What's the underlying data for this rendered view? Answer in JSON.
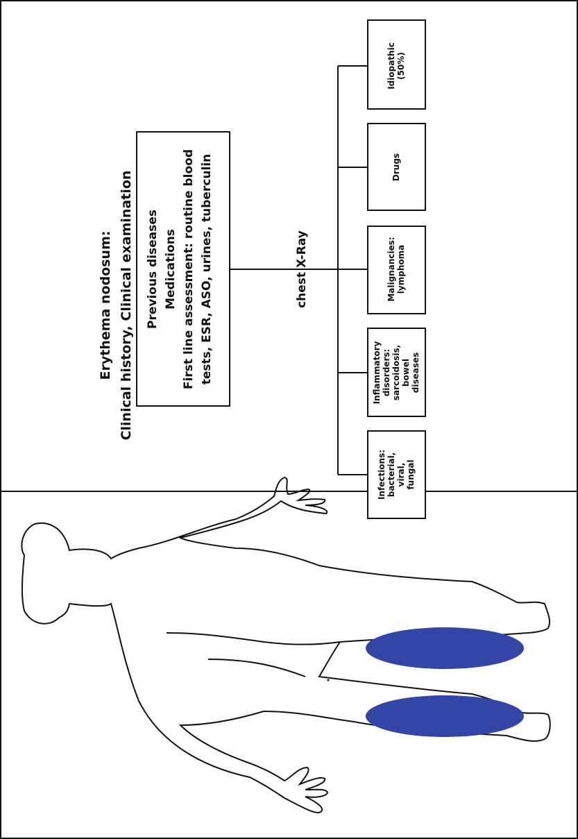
{
  "title": {
    "line1": "Erythema nodosum:",
    "line2": "Clinical history, Clinical examination"
  },
  "assessment_box": {
    "line1": "Previous diseases",
    "line2": "Medications",
    "line3": "First line assessment: routine blood",
    "line4": "tests,  ESR, ASO, urines, tuberculin"
  },
  "chest_xray_label": "chest X-Ray",
  "causes": [
    {
      "lines": [
        "Infections:",
        "bacterial,",
        "viral,",
        "fungal"
      ]
    },
    {
      "lines": [
        "Inflammatory",
        "disorders:",
        "sarcoidosis,",
        "bowel",
        "diseases"
      ]
    },
    {
      "lines": [
        "Malignancies:",
        "lymphoma"
      ]
    },
    {
      "lines": [
        "Drugs"
      ]
    },
    {
      "lines": [
        "Idiopathic",
        "(50%)"
      ]
    }
  ],
  "colors": {
    "lesion": "#3346A6",
    "line": "#111111"
  },
  "figure": {
    "description_icon": "body-outline-icon"
  }
}
